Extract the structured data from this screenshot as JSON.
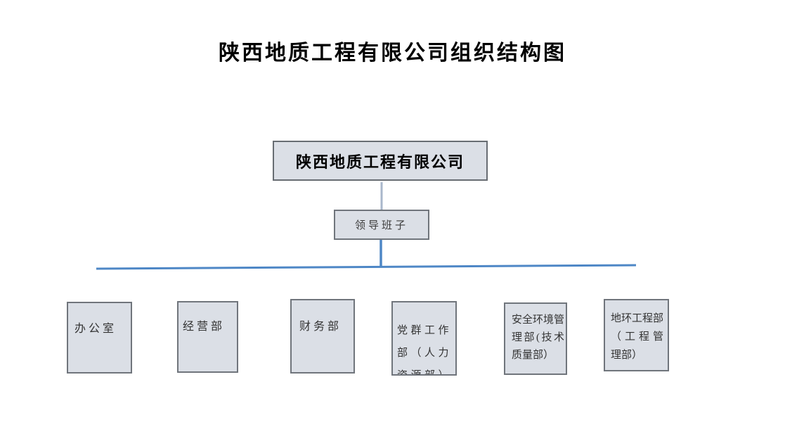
{
  "page": {
    "title": "陕西地质工程有限公司组织结构图"
  },
  "org_chart": {
    "root": {
      "label": "陕西地质工程有限公司"
    },
    "leadership": {
      "label": "领导班子"
    },
    "departments": [
      {
        "label": "办公室",
        "lines": [
          "办公室"
        ]
      },
      {
        "label": "经营部",
        "lines": [
          "经营部"
        ]
      },
      {
        "label": "财务部",
        "lines": [
          "财务部"
        ]
      },
      {
        "label": "党群工作部（人力资源部）",
        "lines": [
          "党群工作",
          "部（人力",
          "资源部）"
        ]
      },
      {
        "label": "安全环境管理部(技术质量部）",
        "lines": [
          "安全环境管",
          "理部(技术",
          "质量部）"
        ]
      },
      {
        "label": "地环工程部（工程管理部）",
        "lines": [
          "地环工程部",
          "（工程管",
          "理部）"
        ]
      }
    ],
    "colors": {
      "box_fill": "#dbdfe6",
      "box_border": "#70757c",
      "connector_gray_blue": "#a9b7cb",
      "connector_blue": "#4e87c6"
    }
  }
}
